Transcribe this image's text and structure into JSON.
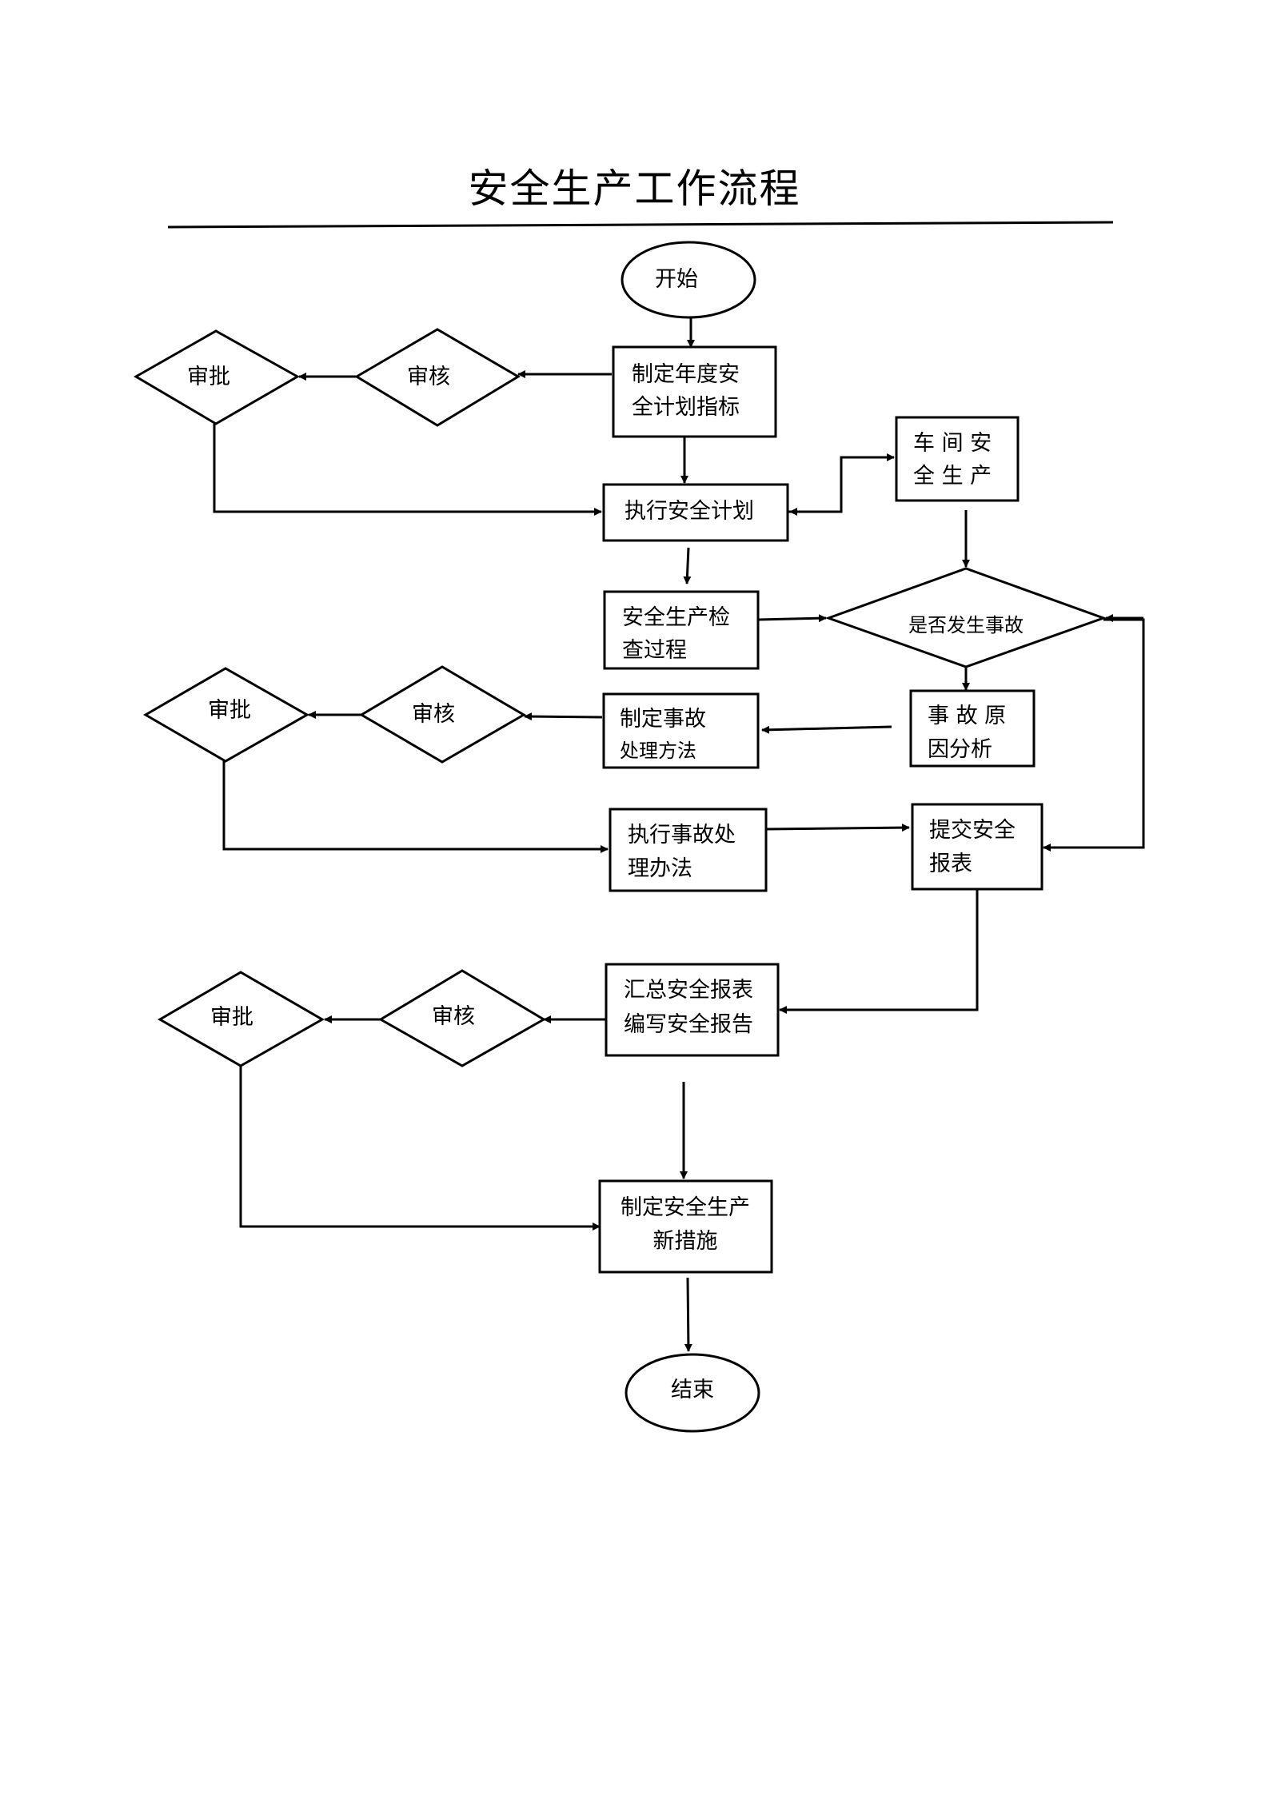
{
  "title": "安全生产工作流程",
  "nodes": {
    "start": "开始",
    "plan_line1": "制定年度安",
    "plan_line2": "全计划指标",
    "review1": "审核",
    "approve1": "审批",
    "execute_plan": "执行安全计划",
    "workshop_line1": "车 间 安",
    "workshop_line2": "全 生 产",
    "inspect_line1": "安全生产检",
    "inspect_line2": "查过程",
    "accident_check": "是否发生事故",
    "cause_line1": "事 故 原",
    "cause_line2": "因分析",
    "method_line1": "制定事故",
    "method_line2": "处理方法",
    "review2": "审核",
    "approve2": "审批",
    "exec_method_line1": "执行事故处",
    "exec_method_line2": "理办法",
    "submit_line1": "提交安全",
    "submit_line2": "报表",
    "summary_line1": "汇总安全报表",
    "summary_line2": "编写安全报告",
    "review3": "审核",
    "approve3": "审批",
    "measures_line1": "制定安全生产",
    "measures_line2": "新措施",
    "end": "结束"
  }
}
